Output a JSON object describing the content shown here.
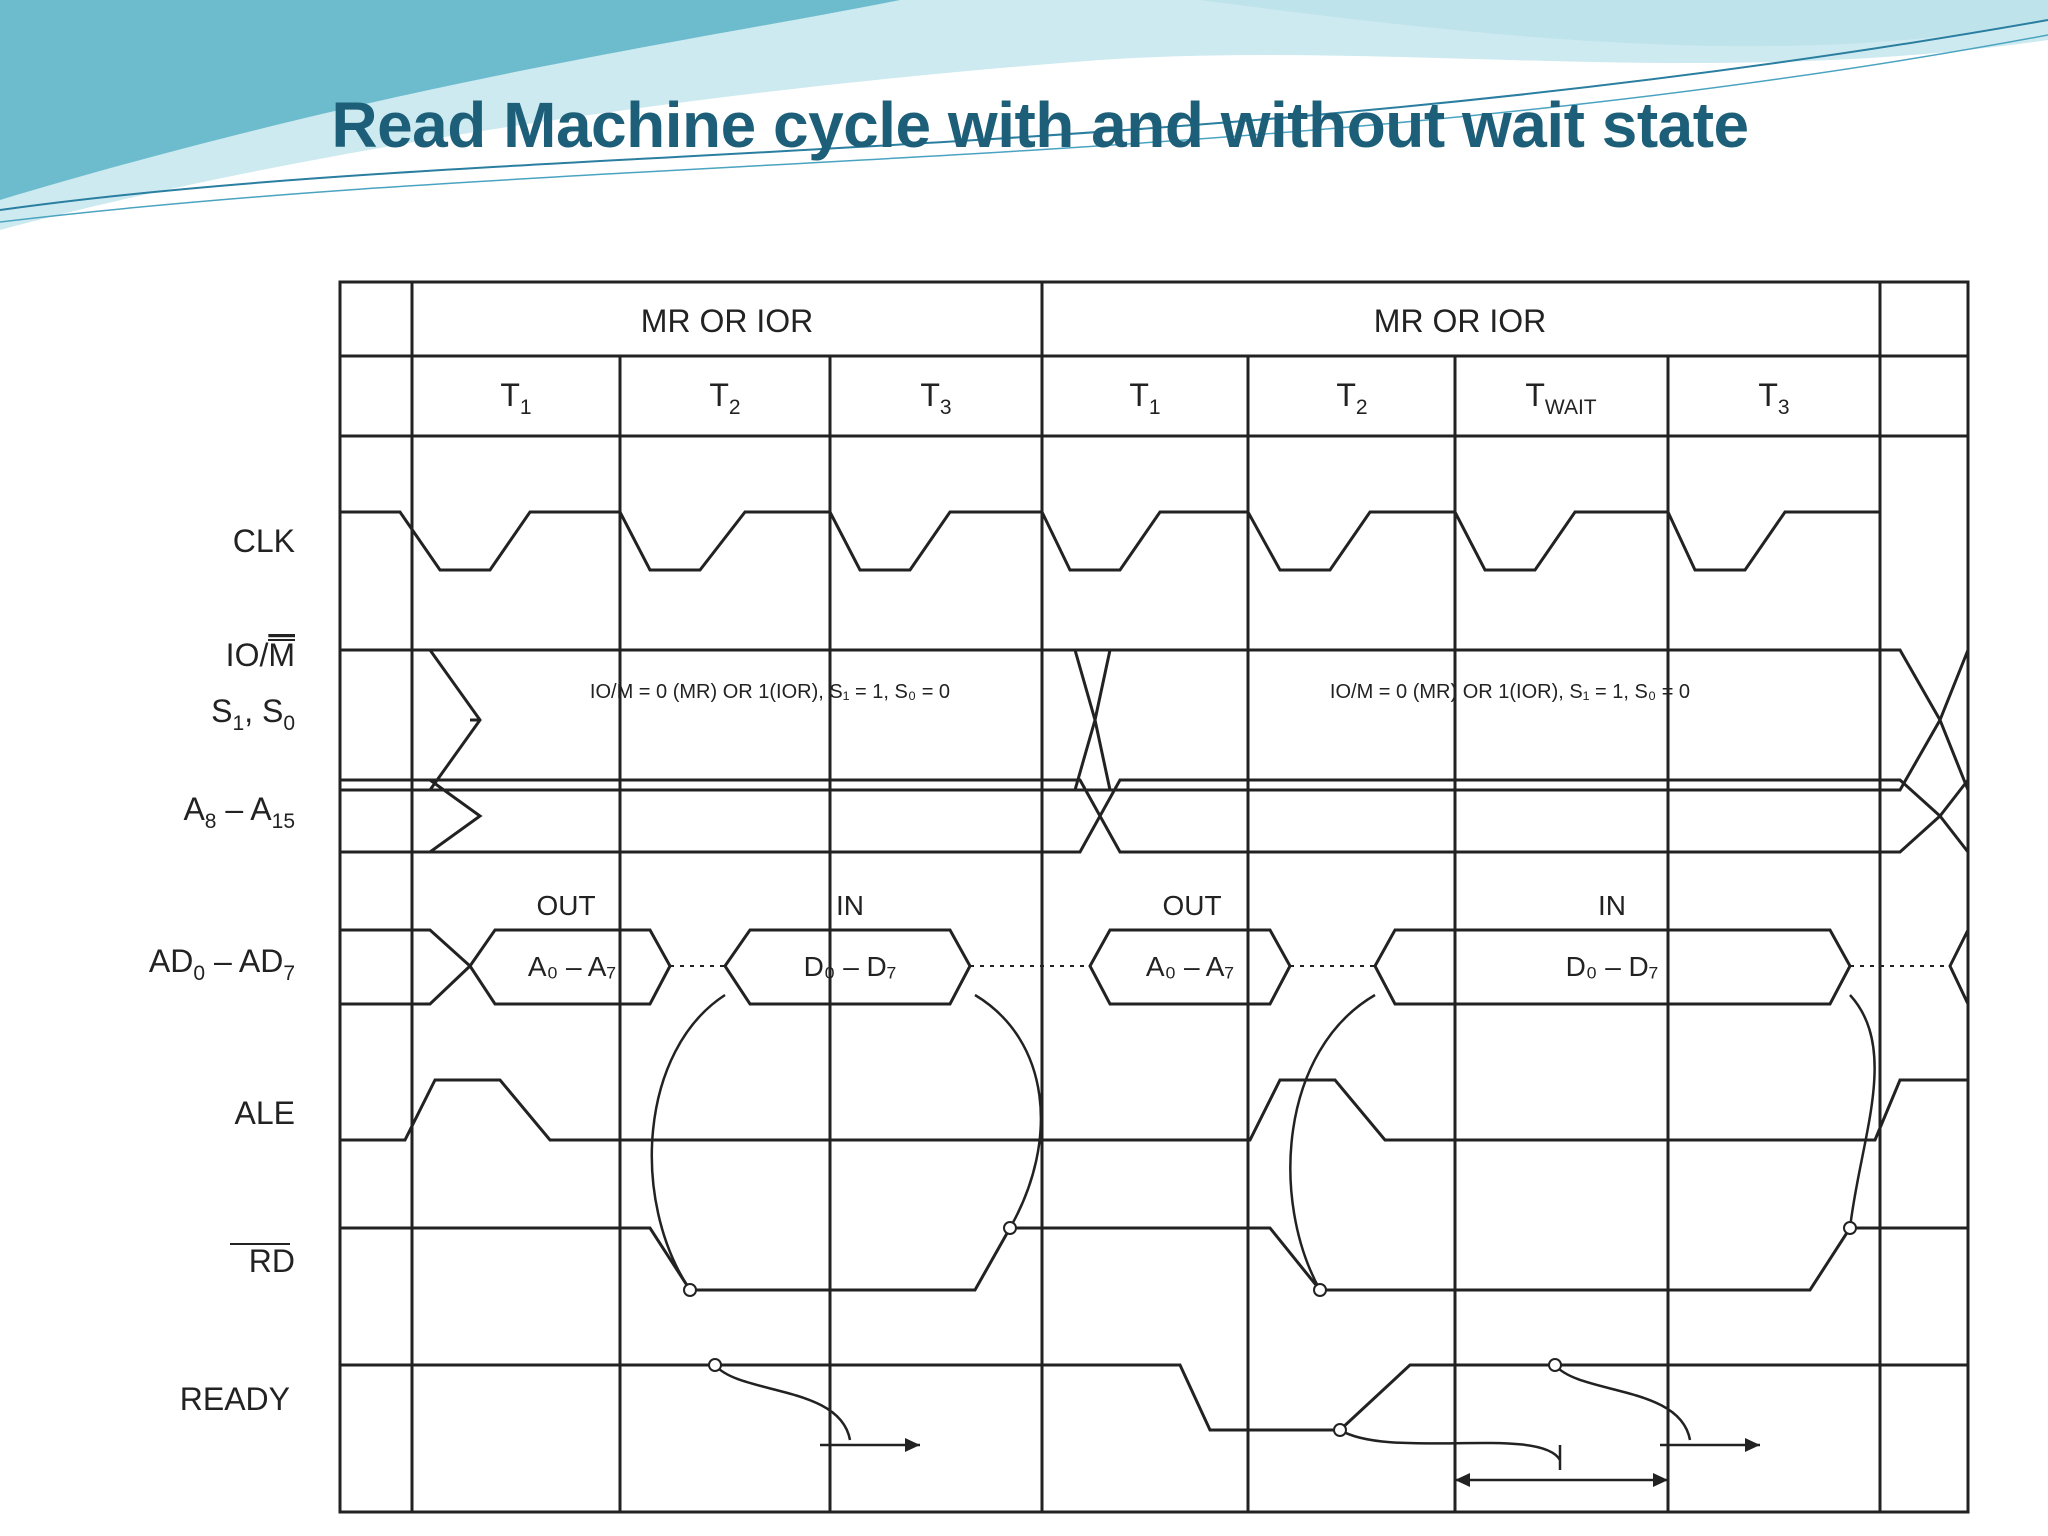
{
  "title": "Read Machine cycle with and without wait state",
  "colors": {
    "title": "#1d5f78",
    "banner_light": "#cdeaf0",
    "banner_dark": "#5fb6c8",
    "line": "#222222"
  },
  "header": {
    "cycle_1": "MR OR IOR",
    "cycle_2": "MR OR IOR",
    "states_1": [
      {
        "main": "T",
        "sub": "1"
      },
      {
        "main": "T",
        "sub": "2"
      },
      {
        "main": "T",
        "sub": "3"
      }
    ],
    "states_2": [
      {
        "main": "T",
        "sub": "1"
      },
      {
        "main": "T",
        "sub": "2"
      },
      {
        "main": "T",
        "sub": "WAIT"
      },
      {
        "main": "T",
        "sub": "3"
      }
    ]
  },
  "signals": {
    "clk": "CLK",
    "io_m": {
      "main": "IO/",
      "bar": "M"
    },
    "s1_s0": {
      "a": "S",
      "a_sub": "1",
      "sep": ", S",
      "b_sub": "0"
    },
    "a8_a15": {
      "main": "A",
      "sub": "8",
      "dash": " – A",
      "sub2": "15"
    },
    "ad0_ad7": {
      "main": "AD",
      "sub": "0",
      "dash": " – AD",
      "sub2": "7"
    },
    "ale": "ALE",
    "rd": "RD",
    "ready": "READY"
  },
  "bus_labels": {
    "status_1": "IO/M = 0 (MR) OR 1(IOR), S₁ = 1, S₀ = 0",
    "status_2": "IO/M = 0 (MR) OR 1(IOR), S₁ = 1, S₀ = 0",
    "out_1": "OUT",
    "in_1": "IN",
    "out_2": "OUT",
    "in_2": "IN",
    "addr_1": "A₀ – A₇",
    "data_1": "D₀ – D₇",
    "addr_2": "A₀ – A₇",
    "data_2": "D₀ – D₇"
  }
}
